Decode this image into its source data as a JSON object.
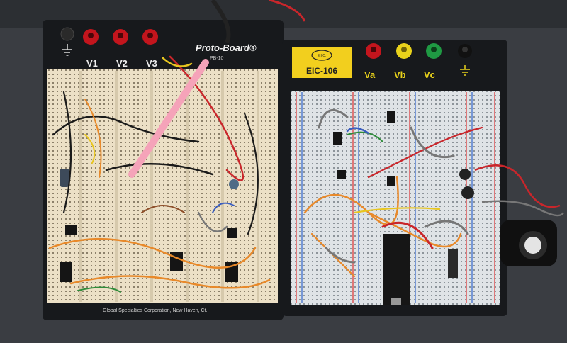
{
  "left_board": {
    "brand": "Proto-Board®",
    "model": "PB-10",
    "terminals": [
      "V1",
      "V2",
      "V3"
    ],
    "ground_icon": "ground-icon",
    "footer": "Global Specialties Corporation, New Haven, Ct."
  },
  "right_board": {
    "badge_logo": "E.I.C.",
    "badge_model": "EIC-106",
    "terminals": [
      "Va",
      "Vb",
      "Vc"
    ],
    "ground_icon": "ground-icon"
  },
  "colors": {
    "table": "#3a3d42",
    "board_panel": "#17191c",
    "left_breadboard": "#ece0c6",
    "right_breadboard": "#dfe3e6",
    "badge": "#f2cf1e",
    "post_red": "#c3151d",
    "post_yellow": "#e9d21b",
    "post_green": "#1f9a43",
    "post_black": "#111111",
    "pink_stick": "#f5a3b9",
    "microcontroller": "#161616"
  }
}
